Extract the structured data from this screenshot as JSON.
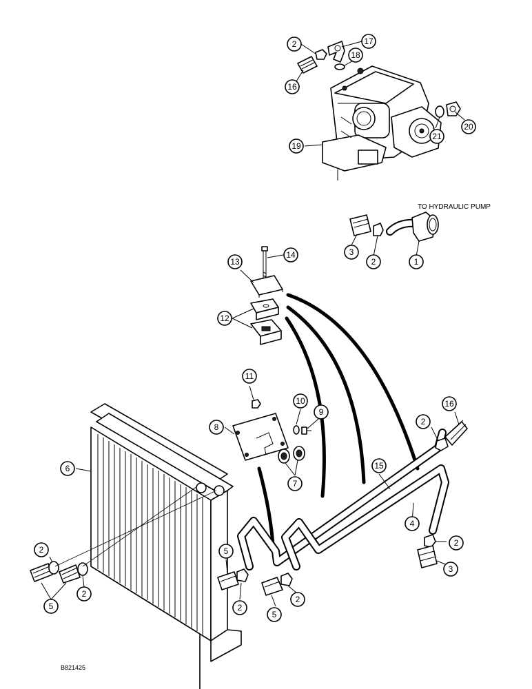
{
  "labels": {
    "to_pump": "TO HYDRAULIC PUMP",
    "figure_code": "B821425"
  },
  "callouts": {
    "c1": "1",
    "c2": "2",
    "c3": "3",
    "c4": "4",
    "c5": "5",
    "c6": "6",
    "c7": "7",
    "c8": "8",
    "c9": "9",
    "c10": "10",
    "c11": "11",
    "c12": "12",
    "c13": "13",
    "c14": "14",
    "c15": "15",
    "c16": "16",
    "c17": "17",
    "c18": "18",
    "c19": "19",
    "c20": "20",
    "c21": "21"
  }
}
